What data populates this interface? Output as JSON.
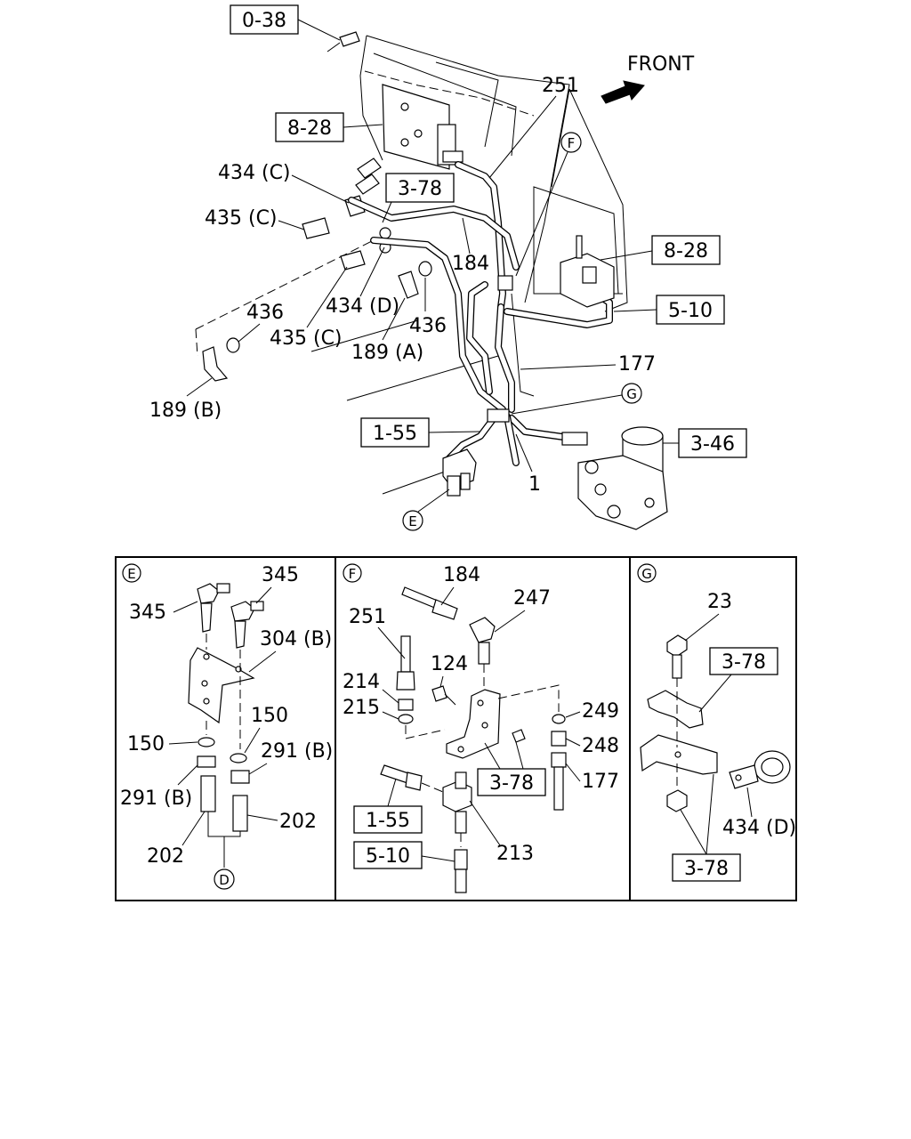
{
  "direction_label": "FRONT",
  "ref_boxes": {
    "r038": "0-38",
    "r828a": "8-28",
    "r378a": "3-78",
    "r828b": "8-28",
    "r510a": "5-10",
    "r155a": "1-55",
    "r346": "3-46",
    "r378f": "3-78",
    "r155f": "1-55",
    "r510f": "5-10",
    "r378g1": "3-78",
    "r378g2": "3-78"
  },
  "callouts": {
    "c251": "251",
    "c434c": "434 (C)",
    "c435c1": "435 (C)",
    "c184": "184",
    "c434d": "434 (D)",
    "c436a": "436",
    "c436b": "436",
    "c435c2": "435 (C)",
    "c189a": "189 (A)",
    "c189b": "189 (B)",
    "c177": "177",
    "c1": "1",
    "e345a": "345",
    "e345b": "345",
    "e304b": "304 (B)",
    "e150a": "150",
    "e150b": "150",
    "e291a": "291 (B)",
    "e291b": "291 (B)",
    "e202a": "202",
    "e202b": "202",
    "f184": "184",
    "f247": "247",
    "f251": "251",
    "f124": "124",
    "f214": "214",
    "f215": "215",
    "f249": "249",
    "f248": "248",
    "f177": "177",
    "f213": "213",
    "g23": "23",
    "g434d": "434 (D)"
  },
  "markers": {
    "E": "E",
    "F": "F",
    "G": "G",
    "D": "D"
  },
  "detail_panels": {
    "E": "E",
    "F": "F",
    "G": "G"
  }
}
